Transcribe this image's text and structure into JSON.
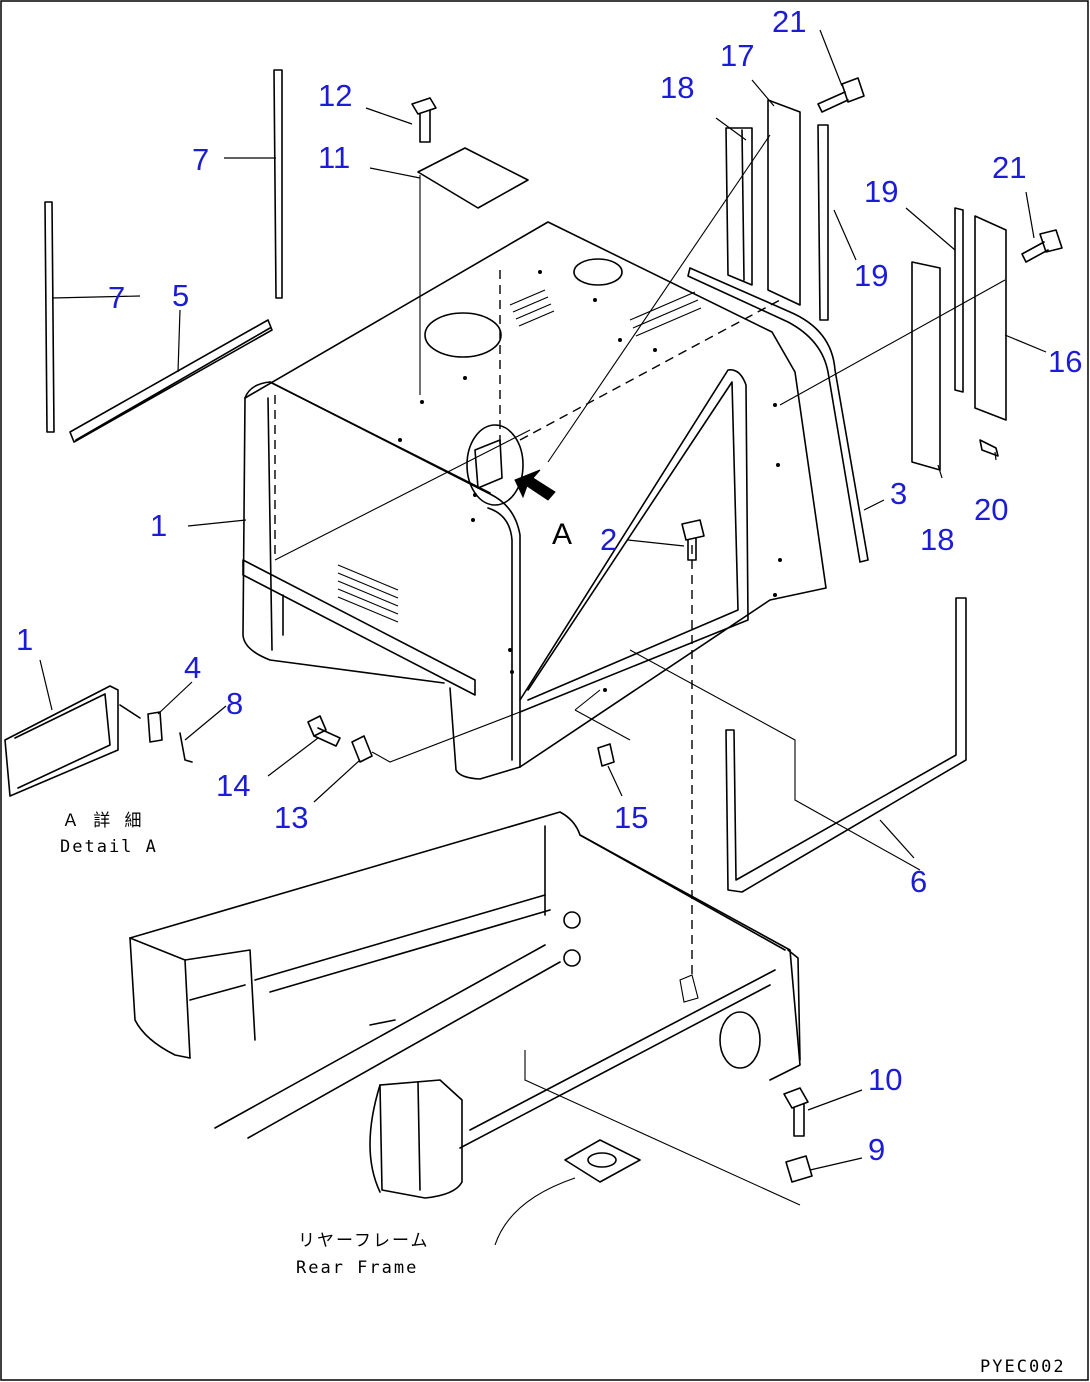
{
  "callouts": [
    {
      "id": "c1",
      "text": "1"
    },
    {
      "id": "c1a",
      "text": "1"
    },
    {
      "id": "c2",
      "text": "2"
    },
    {
      "id": "c3",
      "text": "3"
    },
    {
      "id": "c4",
      "text": "4"
    },
    {
      "id": "c5",
      "text": "5"
    },
    {
      "id": "c6",
      "text": "6"
    },
    {
      "id": "c7a",
      "text": "7"
    },
    {
      "id": "c7b",
      "text": "7"
    },
    {
      "id": "c8",
      "text": "8"
    },
    {
      "id": "c9",
      "text": "9"
    },
    {
      "id": "c10",
      "text": "10"
    },
    {
      "id": "c11",
      "text": "11"
    },
    {
      "id": "c12",
      "text": "12"
    },
    {
      "id": "c13",
      "text": "13"
    },
    {
      "id": "c14",
      "text": "14"
    },
    {
      "id": "c15",
      "text": "15"
    },
    {
      "id": "c16",
      "text": "16"
    },
    {
      "id": "c17",
      "text": "17"
    },
    {
      "id": "c18a",
      "text": "18"
    },
    {
      "id": "c18b",
      "text": "18"
    },
    {
      "id": "c19a",
      "text": "19"
    },
    {
      "id": "c19b",
      "text": "19"
    },
    {
      "id": "c20",
      "text": "20"
    },
    {
      "id": "c21a",
      "text": "21"
    },
    {
      "id": "c21b",
      "text": "21"
    }
  ],
  "view_marker": "A",
  "detail_label_jp": "Ａ 詳 細",
  "detail_label_en": "Detail A",
  "frame_label_jp": "リヤーフレーム",
  "frame_label_en": "Rear Frame",
  "drawing_code": "PYEC002"
}
